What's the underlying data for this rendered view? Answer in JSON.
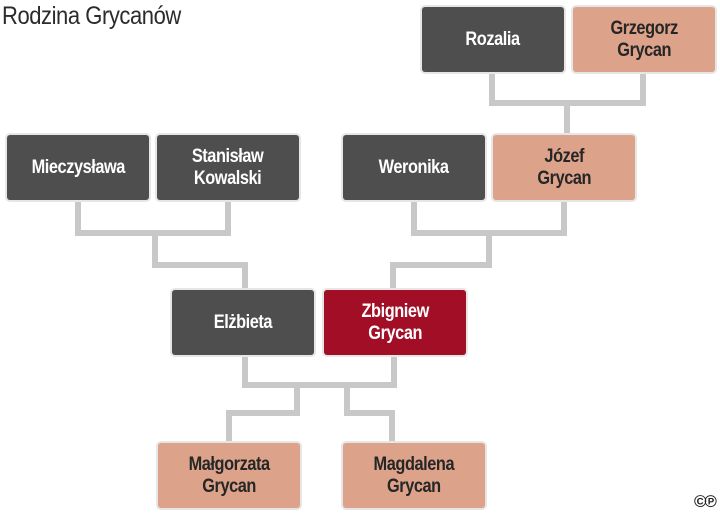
{
  "title": "Rodzina Grycanów",
  "people": {
    "rozalia": "Rozalia",
    "grzegorz": "Grzegorz\nGrycan",
    "mieczyslawa": "Mieczysława",
    "stanislaw": "Stanisław\nKowalski",
    "weronika": "Weronika",
    "jozef": "Józef\nGrycan",
    "elzbieta": "Elżbieta",
    "zbigniew": "Zbigniew\nGrycan",
    "malgorzata": "Małgorzata\nGrycan",
    "magdalena": "Magdalena\nGrycan"
  },
  "copyright": "©℗",
  "colors": {
    "dark": "#4e4e4e",
    "salmon": "#dca38a",
    "highlight": "#a10e25",
    "connector": "#c8c8c8"
  }
}
